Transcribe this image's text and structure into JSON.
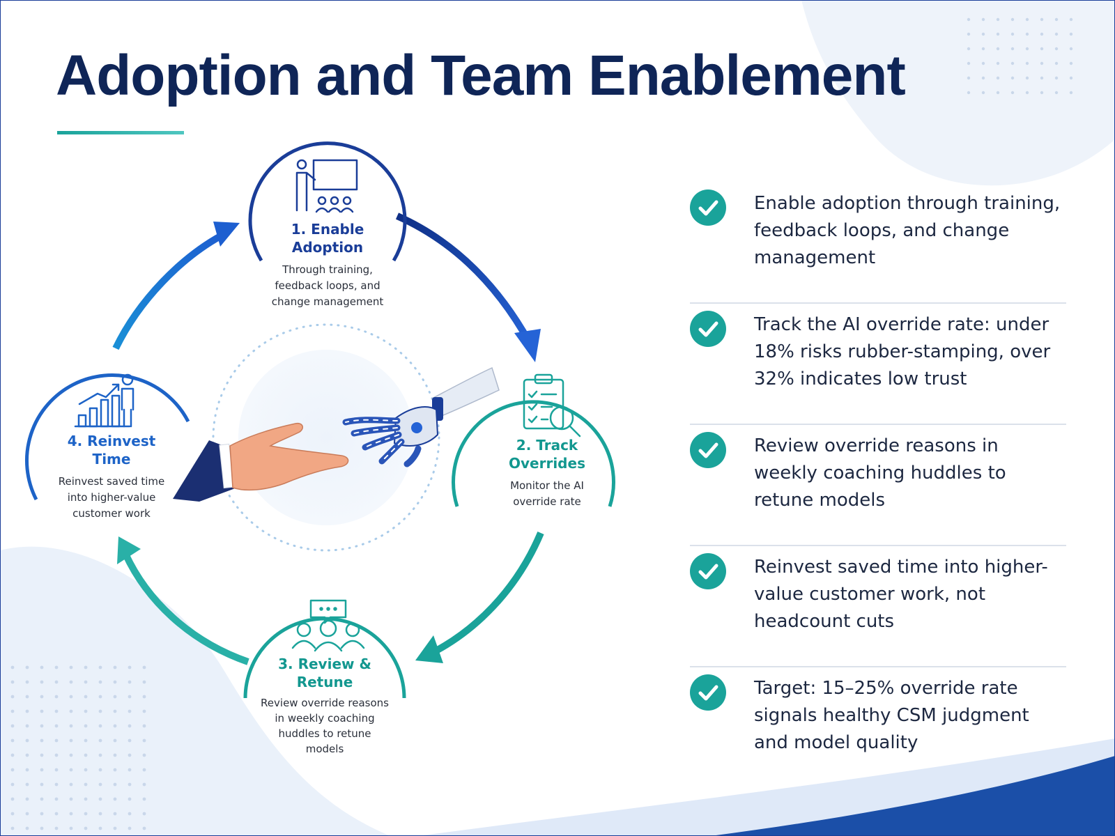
{
  "title": "Adoption and Team Enablement",
  "colors": {
    "navy": "#0f2557",
    "blue": "#1a3d98",
    "light_blue": "#1d63c7",
    "teal": "#1aa39a"
  },
  "cycle": {
    "stages": [
      {
        "title": "1. Enable Adoption",
        "title_lines": [
          "1. Enable",
          "Adoption"
        ],
        "description_lines": [
          "Through training,",
          "feedback loops, and",
          "change management"
        ],
        "icon": "presentation-icon"
      },
      {
        "title": "2. Track Overrides",
        "title_lines": [
          "2. Track",
          "Overrides"
        ],
        "description_lines": [
          "Monitor the AI",
          "override rate"
        ],
        "icon": "checklist-magnifier-icon"
      },
      {
        "title": "3. Review & Retune",
        "title_lines": [
          "3. Review &",
          "Retune"
        ],
        "description_lines": [
          "Review override reasons",
          "in weekly coaching",
          "huddles to retune",
          "models"
        ],
        "icon": "team-discussion-icon"
      },
      {
        "title": "4. Reinvest Time",
        "title_lines": [
          "4. Reinvest",
          "Time"
        ],
        "description_lines": [
          "Reinvest saved time",
          "into higher-value",
          "customer work"
        ],
        "icon": "growth-chart-person-icon"
      }
    ],
    "center_icon": "human-robot-handshake-icon"
  },
  "bullets": [
    {
      "lines": [
        "Enable adoption through training,",
        "feedback loops, and change",
        "management"
      ]
    },
    {
      "lines": [
        "Track the AI override rate: under",
        "18% risks rubber-stamping, over",
        "32% indicates low trust"
      ]
    },
    {
      "lines": [
        "Review override reasons in",
        "weekly coaching huddles to",
        "retune models"
      ]
    },
    {
      "lines": [
        "Reinvest saved time into higher-",
        "value customer work, not",
        "headcount cuts"
      ]
    },
    {
      "lines": [
        "Target: 15–25% override rate",
        "signals healthy CSM judgment",
        "and model quality"
      ]
    }
  ],
  "bullet_icon": "check-icon"
}
